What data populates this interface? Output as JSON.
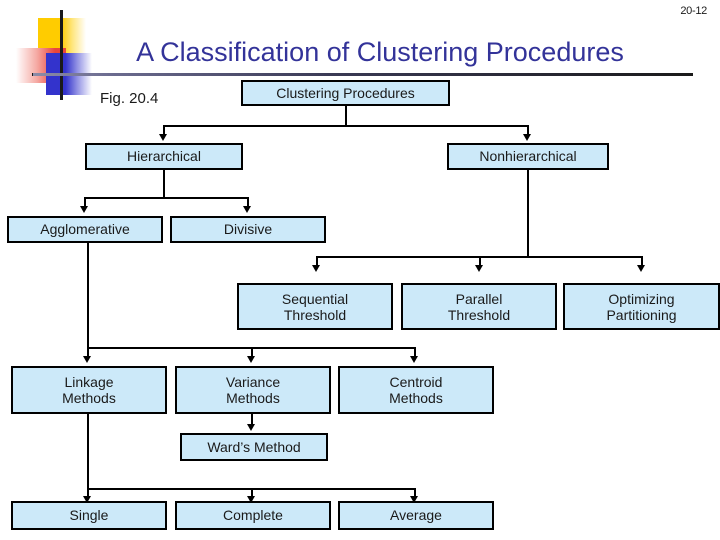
{
  "slide": {
    "page_number": "20-12",
    "title": "A Classification of Clustering Procedures",
    "figure_label": "Fig. 20.4",
    "title_color": "#333399",
    "node_fill_color": "#cce9f9",
    "node_border_color": "#000000"
  },
  "logo": {
    "yellow": "#FFCC00",
    "red": "#E8453C",
    "blue": "#3333CC",
    "cross": "#1a1a1a"
  },
  "chart_data": {
    "type": "diagram",
    "title": "A Classification of Clustering Procedures",
    "nodes": [
      {
        "id": "clustering-procedures",
        "label": "Clustering Procedures",
        "level": 0
      },
      {
        "id": "hierarchical",
        "label": "Hierarchical",
        "level": 1
      },
      {
        "id": "nonhierarchical",
        "label": "Nonhierarchical",
        "level": 1
      },
      {
        "id": "agglomerative",
        "label": "Agglomerative",
        "level": 2
      },
      {
        "id": "divisive",
        "label": "Divisive",
        "level": 2
      },
      {
        "id": "sequential-threshold",
        "label": "Sequential\nThreshold",
        "level": 2
      },
      {
        "id": "parallel-threshold",
        "label": "Parallel\nThreshold",
        "level": 2
      },
      {
        "id": "optimizing-partitioning",
        "label": "Optimizing\nPartitioning",
        "level": 2
      },
      {
        "id": "linkage-methods",
        "label": "Linkage\nMethods",
        "level": 3
      },
      {
        "id": "variance-methods",
        "label": "Variance\nMethods",
        "level": 3
      },
      {
        "id": "centroid-methods",
        "label": "Centroid\nMethods",
        "level": 3
      },
      {
        "id": "wards-method",
        "label": "Ward’s Method",
        "level": 4
      },
      {
        "id": "single",
        "label": "Single",
        "level": 4
      },
      {
        "id": "complete",
        "label": "Complete",
        "level": 4
      },
      {
        "id": "average",
        "label": "Average",
        "level": 4
      }
    ],
    "edges": [
      {
        "from": "clustering-procedures",
        "to": "hierarchical"
      },
      {
        "from": "clustering-procedures",
        "to": "nonhierarchical"
      },
      {
        "from": "hierarchical",
        "to": "agglomerative"
      },
      {
        "from": "hierarchical",
        "to": "divisive"
      },
      {
        "from": "nonhierarchical",
        "to": "sequential-threshold"
      },
      {
        "from": "nonhierarchical",
        "to": "parallel-threshold"
      },
      {
        "from": "nonhierarchical",
        "to": "optimizing-partitioning"
      },
      {
        "from": "agglomerative",
        "to": "linkage-methods"
      },
      {
        "from": "agglomerative",
        "to": "variance-methods"
      },
      {
        "from": "agglomerative",
        "to": "centroid-methods"
      },
      {
        "from": "variance-methods",
        "to": "wards-method"
      },
      {
        "from": "linkage-methods",
        "to": "single"
      },
      {
        "from": "linkage-methods",
        "to": "complete"
      },
      {
        "from": "linkage-methods",
        "to": "average"
      }
    ]
  },
  "nodes": {
    "clustering_procedures": "Clustering Procedures",
    "hierarchical": "Hierarchical",
    "nonhierarchical": "Nonhierarchical",
    "agglomerative": "Agglomerative",
    "divisive": "Divisive",
    "sequential_threshold_l1": "Sequential",
    "sequential_threshold_l2": "Threshold",
    "parallel_threshold_l1": "Parallel",
    "parallel_threshold_l2": "Threshold",
    "optimizing_partitioning_l1": "Optimizing",
    "optimizing_partitioning_l2": "Partitioning",
    "linkage_methods_l1": "Linkage",
    "linkage_methods_l2": "Methods",
    "variance_methods_l1": "Variance",
    "variance_methods_l2": "Methods",
    "centroid_methods_l1": "Centroid",
    "centroid_methods_l2": "Methods",
    "wards_method": "Ward’s Method",
    "single": "Single",
    "complete": "Complete",
    "average": "Average"
  }
}
